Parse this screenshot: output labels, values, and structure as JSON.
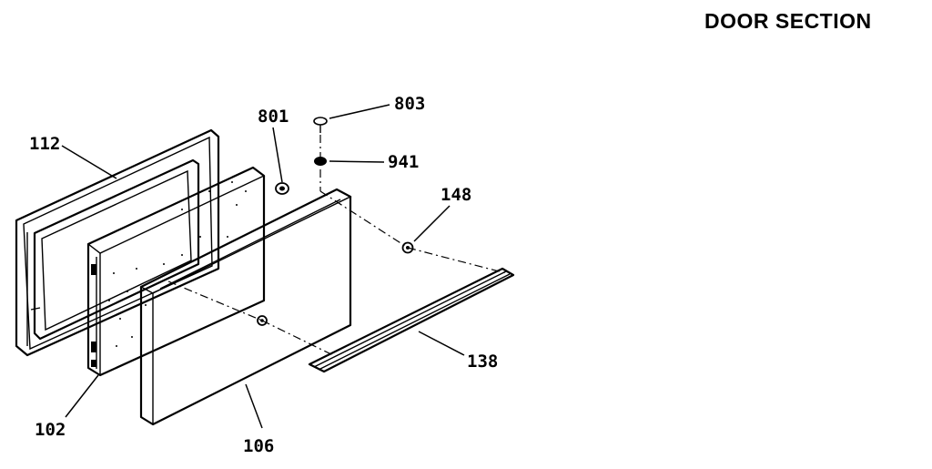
{
  "title": "DOOR SECTION",
  "labels": {
    "p112": "112",
    "p801": "801",
    "p803": "803",
    "p941": "941",
    "p148": "148",
    "p102": "102",
    "p106": "106",
    "p138": "138"
  }
}
